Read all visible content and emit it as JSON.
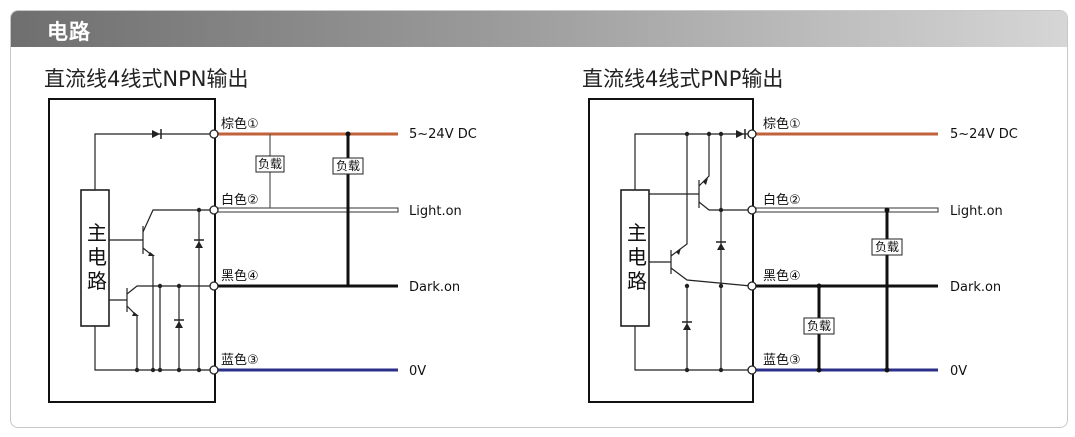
{
  "header": {
    "title": "电路"
  },
  "npn": {
    "title": "直流线4线式NPN输出",
    "main_circuit": [
      "主",
      "电",
      "路"
    ],
    "wires": [
      {
        "label": "棕色①",
        "signal": "5~24V DC",
        "color": "#c0623a"
      },
      {
        "label": "白色②",
        "signal": "Light.on",
        "color": "#ffffff"
      },
      {
        "label": "黑色④",
        "signal": "Dark.on",
        "color": "#111111"
      },
      {
        "label": "蓝色③",
        "signal": "0V",
        "color": "#2b2f8a"
      }
    ],
    "loads": [
      "负载",
      "负载"
    ]
  },
  "pnp": {
    "title": "直流线4线式PNP输出",
    "main_circuit": [
      "主",
      "电",
      "路"
    ],
    "wires": [
      {
        "label": "棕色①",
        "signal": "5~24V DC",
        "color": "#c0623a"
      },
      {
        "label": "白色②",
        "signal": "Light.on",
        "color": "#ffffff"
      },
      {
        "label": "黑色④",
        "signal": "Dark.on",
        "color": "#111111"
      },
      {
        "label": "蓝色③",
        "signal": "0V",
        "color": "#2b2f8a"
      }
    ],
    "loads": [
      "负载",
      "负载"
    ]
  }
}
